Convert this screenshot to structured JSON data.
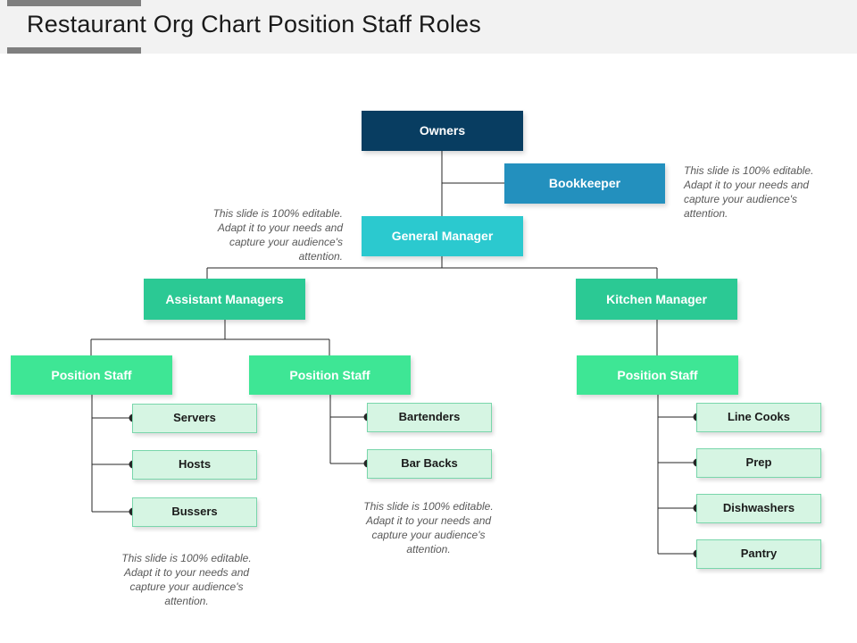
{
  "header": {
    "title": "Restaurant Org Chart Position Staff Roles",
    "band_color": "#f2f2f2",
    "rule_color": "#7f7f7f"
  },
  "palette": {
    "owner": "#083d61",
    "bookkeeper": "#2390be",
    "general_manager": "#2bc9cf",
    "manager": "#2bc994",
    "position_staff": "#3ee695",
    "leaf_fill": "#d6f5e3",
    "leaf_border": "#79d6ab",
    "connector": "#262626",
    "note_text": "#595959"
  },
  "chart_data": {
    "type": "diagram",
    "title": "Restaurant Org Chart Position Staff Roles",
    "nodes": [
      {
        "id": "owners",
        "label": "Owners",
        "level": 1,
        "color": "#083d61"
      },
      {
        "id": "bookkeeper",
        "label": "Bookkeeper",
        "level": 2,
        "color": "#2390be"
      },
      {
        "id": "general_manager",
        "label": "General Manager",
        "level": 2,
        "color": "#2bc9cf"
      },
      {
        "id": "asst_managers",
        "label": "Assistant Managers",
        "level": 3,
        "color": "#2bc994"
      },
      {
        "id": "kitchen_manager",
        "label": "Kitchen Manager",
        "level": 3,
        "color": "#2bc994"
      },
      {
        "id": "pos_staff_1",
        "label": "Position Staff",
        "level": 4,
        "color": "#3ee695"
      },
      {
        "id": "pos_staff_2",
        "label": "Position Staff",
        "level": 4,
        "color": "#3ee695"
      },
      {
        "id": "pos_staff_3",
        "label": "Position Staff",
        "level": 4,
        "color": "#3ee695"
      },
      {
        "id": "servers",
        "label": "Servers",
        "level": 5,
        "color": "#d6f5e3"
      },
      {
        "id": "hosts",
        "label": "Hosts",
        "level": 5,
        "color": "#d6f5e3"
      },
      {
        "id": "bussers",
        "label": "Bussers",
        "level": 5,
        "color": "#d6f5e3"
      },
      {
        "id": "bartenders",
        "label": "Bartenders",
        "level": 5,
        "color": "#d6f5e3"
      },
      {
        "id": "bar_backs",
        "label": "Bar Backs",
        "level": 5,
        "color": "#d6f5e3"
      },
      {
        "id": "line_cooks",
        "label": "Line Cooks",
        "level": 5,
        "color": "#d6f5e3"
      },
      {
        "id": "prep",
        "label": "Prep",
        "level": 5,
        "color": "#d6f5e3"
      },
      {
        "id": "dishwashers",
        "label": "Dishwashers",
        "level": 5,
        "color": "#d6f5e3"
      },
      {
        "id": "pantry",
        "label": "Pantry",
        "level": 5,
        "color": "#d6f5e3"
      }
    ],
    "edges": [
      {
        "from": "owners",
        "to": "bookkeeper"
      },
      {
        "from": "owners",
        "to": "general_manager"
      },
      {
        "from": "general_manager",
        "to": "asst_managers"
      },
      {
        "from": "general_manager",
        "to": "kitchen_manager"
      },
      {
        "from": "asst_managers",
        "to": "pos_staff_1"
      },
      {
        "from": "asst_managers",
        "to": "pos_staff_2"
      },
      {
        "from": "kitchen_manager",
        "to": "pos_staff_3"
      },
      {
        "from": "pos_staff_1",
        "to": "servers"
      },
      {
        "from": "pos_staff_1",
        "to": "hosts"
      },
      {
        "from": "pos_staff_1",
        "to": "bussers"
      },
      {
        "from": "pos_staff_2",
        "to": "bartenders"
      },
      {
        "from": "pos_staff_2",
        "to": "bar_backs"
      },
      {
        "from": "pos_staff_3",
        "to": "line_cooks"
      },
      {
        "from": "pos_staff_3",
        "to": "prep"
      },
      {
        "from": "pos_staff_3",
        "to": "dishwashers"
      },
      {
        "from": "pos_staff_3",
        "to": "pantry"
      }
    ]
  },
  "nodes": {
    "owners": "Owners",
    "bookkeeper": "Bookkeeper",
    "general_manager": "General Manager",
    "asst_managers": "Assistant Managers",
    "kitchen_manager": "Kitchen Manager",
    "pos_staff_1": "Position Staff",
    "pos_staff_2": "Position Staff",
    "pos_staff_3": "Position Staff",
    "servers": "Servers",
    "hosts": "Hosts",
    "bussers": "Bussers",
    "bartenders": "Bartenders",
    "bar_backs": "Bar Backs",
    "line_cooks": "Line Cooks",
    "prep": "Prep",
    "dishwashers": "Dishwashers",
    "pantry": "Pantry"
  },
  "notes": {
    "top_right": "This slide is 100% editable. Adapt it to your needs and capture your audience's attention.",
    "mid_left": "This slide is 100% editable. Adapt it to your needs and capture your audience's attention.",
    "center_bottom": "This slide is 100% editable. Adapt it to your needs and capture your audience's attention.",
    "bottom_left": "This slide is 100% editable. Adapt it to your needs and capture your audience's attention."
  }
}
